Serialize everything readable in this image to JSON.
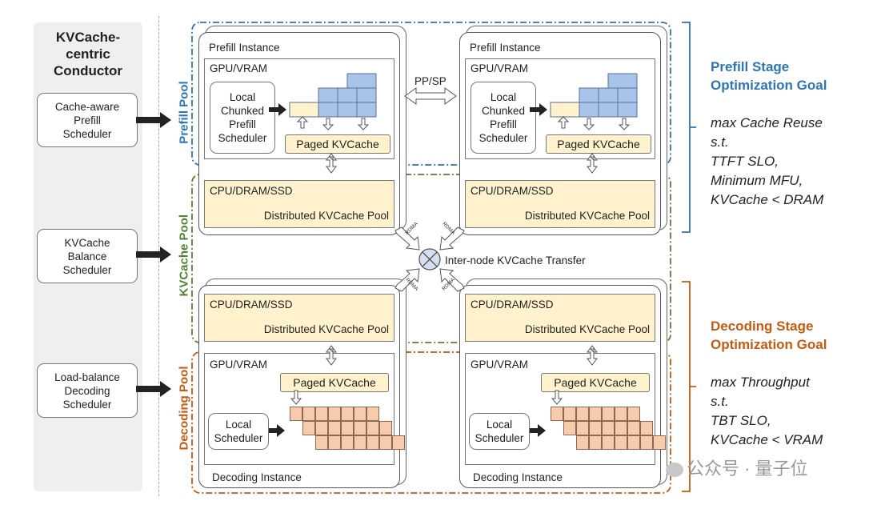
{
  "conductor": {
    "title": "KVCache-\ncentric\nConductor",
    "schedulers": [
      "Cache-aware\nPrefill\nScheduler",
      "KVCache\nBalance\nScheduler",
      "Load-balance\nDecoding\nScheduler"
    ]
  },
  "pools": {
    "prefill": "Prefill Pool",
    "kvcache": "KVCache Pool",
    "decoding": "Decoding Pool"
  },
  "prefill_instance": {
    "label": "Prefill Instance",
    "gpu": "GPU/VRAM",
    "scheduler": "Local\nChunked\nPrefill\nScheduler",
    "paged": "Paged KVCache",
    "cpu": "CPU/DRAM/SSD",
    "pool": "Distributed KVCache Pool"
  },
  "decoding_instance": {
    "label": "Decoding Instance",
    "gpu": "GPU/VRAM",
    "scheduler": "Local\nScheduler",
    "paged": "Paged KVCache",
    "cpu": "CPU/DRAM/SSD",
    "pool": "Distributed KVCache Pool"
  },
  "links": {
    "ppsp": "PP/SP",
    "transfer": "Inter-node KVCache Transfer",
    "rdma": "RDMA"
  },
  "goals": {
    "prefill_title": "Prefill Stage\nOptimization Goal",
    "prefill_body": "max Cache Reuse\ns.t.\n  TTFT SLO,\n  Minimum MFU,\n  KVCache < DRAM",
    "decoding_title": "Decoding Stage\nOptimization Goal",
    "decoding_body": "max Throughput\ns.t.\n   TBT SLO,\n   KVCache < VRAM"
  },
  "watermark": "公众号 · 量子位",
  "colors": {
    "prefill_blue": "#2e75b6",
    "kvcache_green": "#548235",
    "decoding_orange": "#c55a11",
    "cache_yellow": "#fff2cc",
    "block_blue": "#a9c4eb",
    "block_orange": "#f8cbad"
  }
}
